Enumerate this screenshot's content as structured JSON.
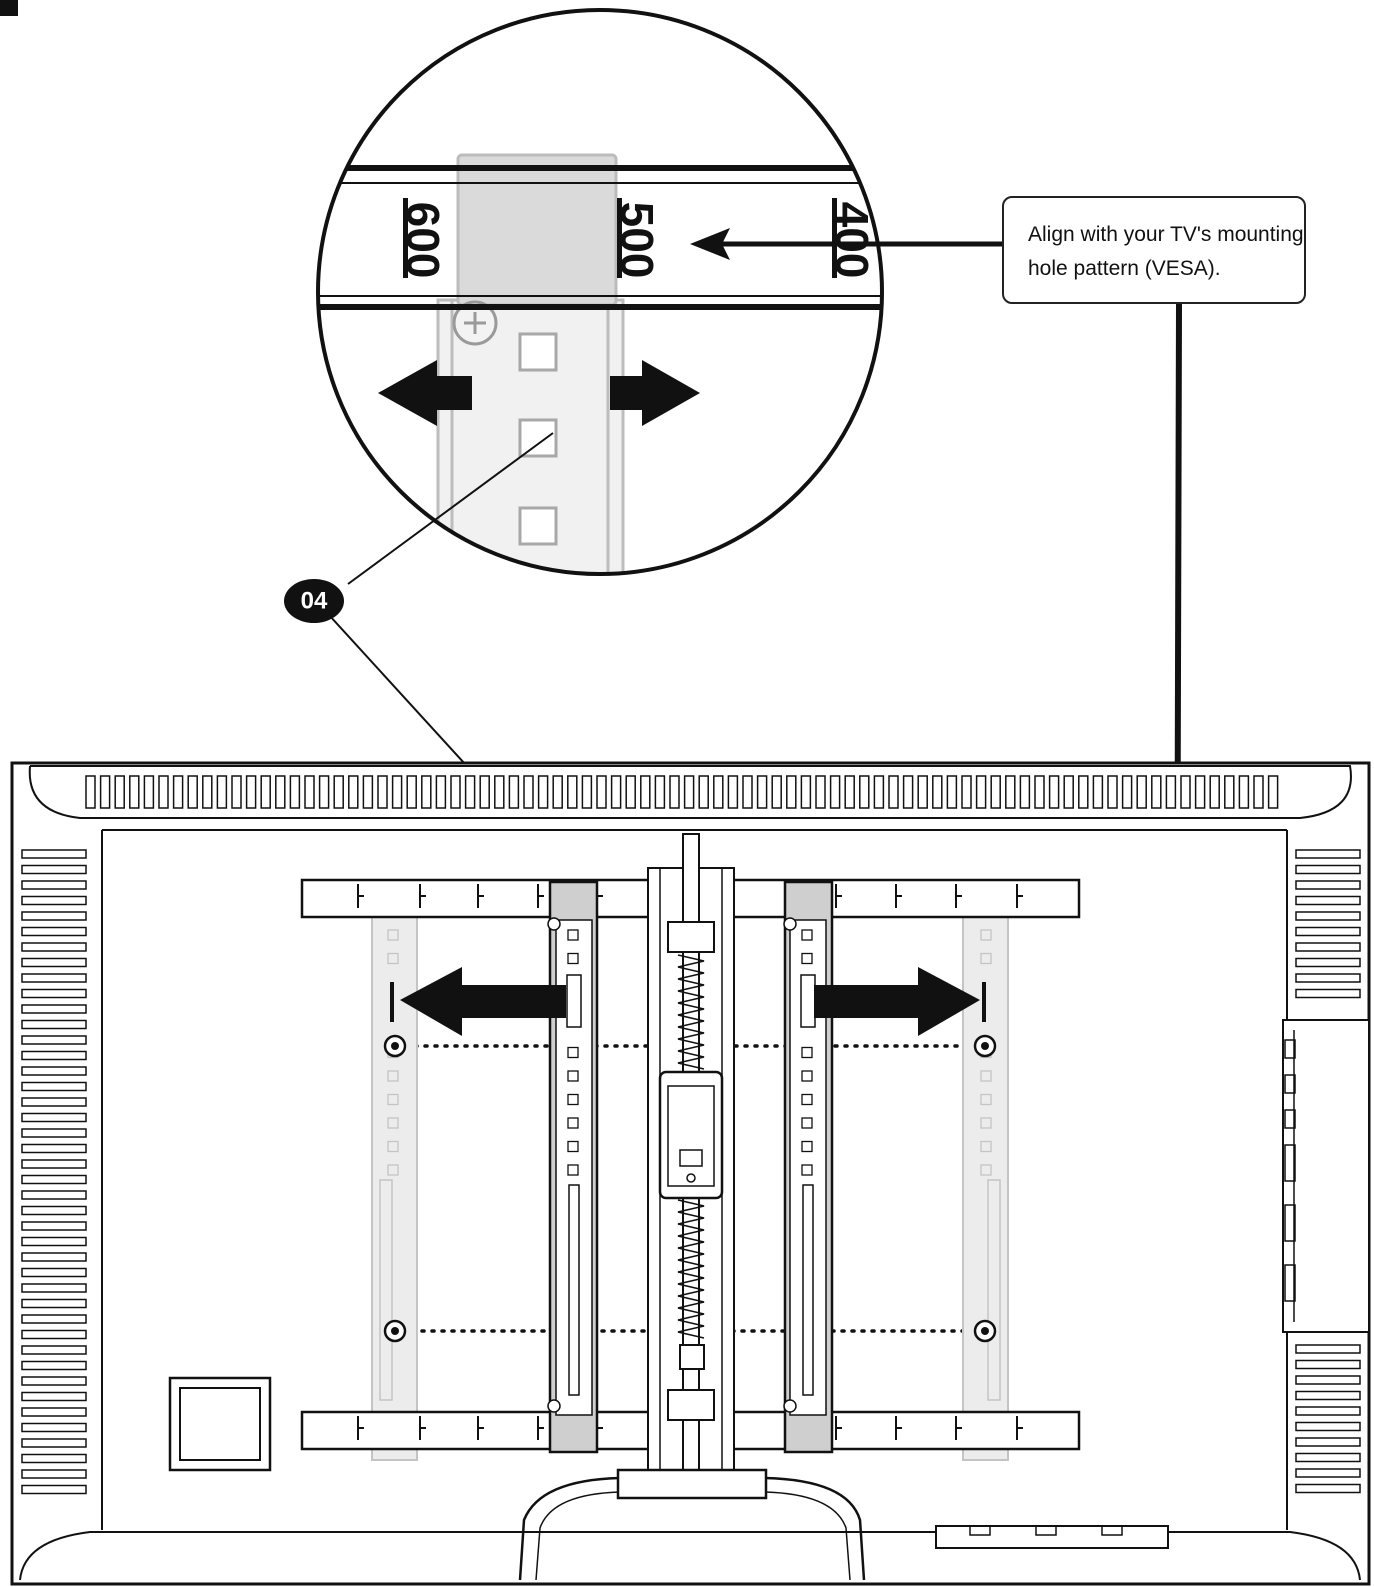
{
  "callout": {
    "line1": "Align with your TV's mounting",
    "line2": "hole pattern (VESA)."
  },
  "part_label": "04",
  "scale_marks": [
    "600",
    "500",
    "400"
  ],
  "colors": {
    "ink": "#111111",
    "bracket_fill": "#c9c9c9",
    "faded_bracket": "#e6e6e6"
  }
}
